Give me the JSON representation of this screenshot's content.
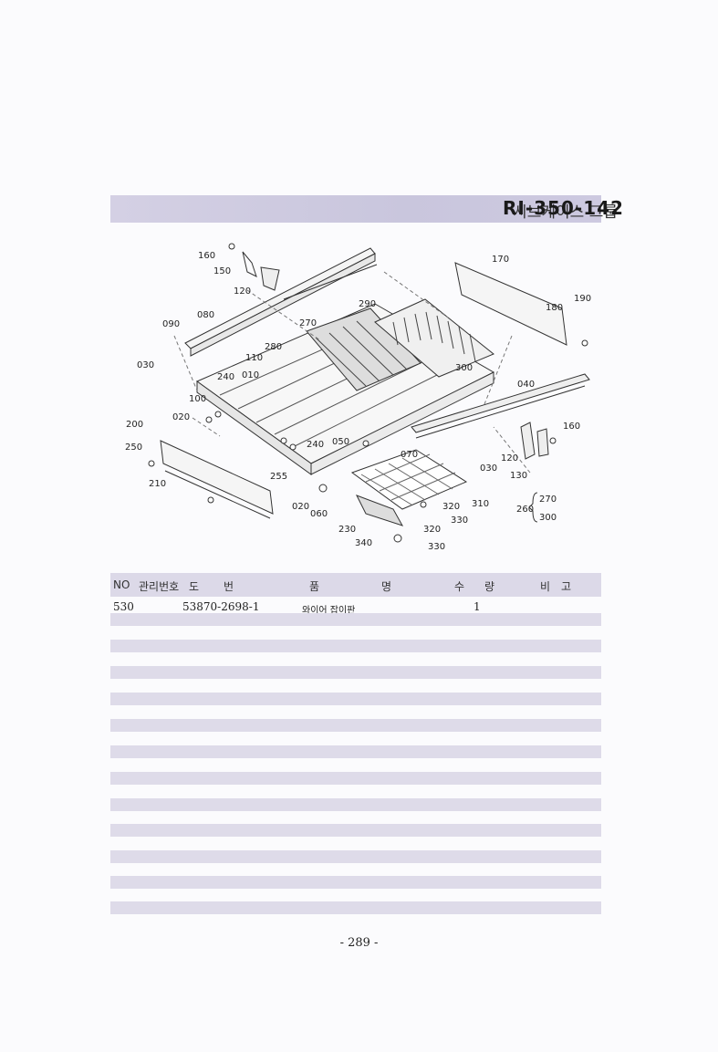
{
  "header": {
    "title": "시브케이스 그룹",
    "code": "RI-350-142"
  },
  "diagram_labels": [
    "160",
    "150",
    "120",
    "080",
    "090",
    "030",
    "240",
    "110",
    "280",
    "270",
    "290",
    "170",
    "180",
    "190",
    "300",
    "040",
    "010",
    "100",
    "020",
    "200",
    "250",
    "240",
    "050",
    "070",
    "160",
    "120",
    "130",
    "210",
    "255",
    "030",
    "020",
    "060",
    "310",
    "320",
    "330",
    "260",
    "270",
    "300",
    "230",
    "340",
    "320",
    "330"
  ],
  "table": {
    "headers": {
      "no": "NO",
      "mgmt": "관리번호",
      "drawing1": "도",
      "drawing2": "번",
      "name1": "품",
      "name2": "명",
      "qty1": "수",
      "qty2": "량",
      "remark1": "비",
      "remark2": "고"
    },
    "rows": [
      {
        "no": "530",
        "part_number": "53870-2698-1",
        "name": "와이어 잡이판",
        "qty": "1"
      }
    ]
  },
  "page_number": "- 289 -"
}
